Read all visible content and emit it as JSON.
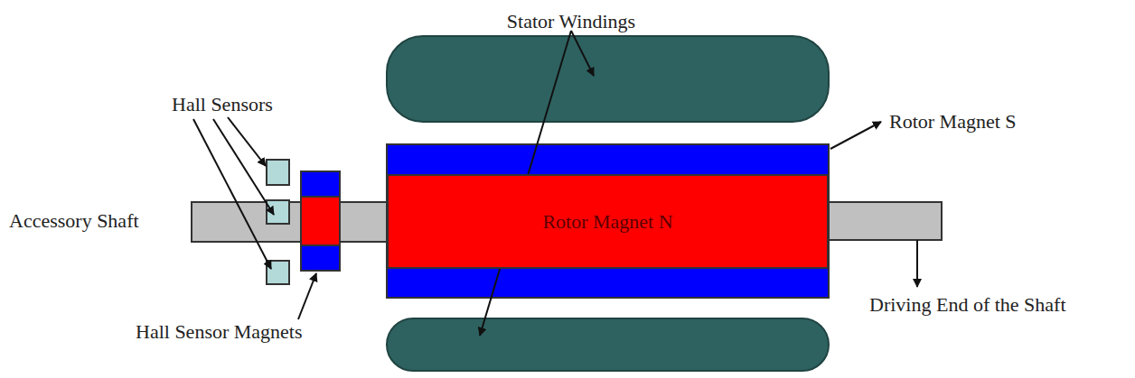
{
  "diagram": {
    "nodes": [
      {
        "text": [
          "Rotor Magnet N"
        ]
      }
    ],
    "labels": [
      "Stator Windings",
      "Hall Sensors",
      "Accessory Shaft",
      "Hall Sensor Magnets",
      "Rotor Magnet S",
      "Driving End of the Shaft"
    ]
  }
}
